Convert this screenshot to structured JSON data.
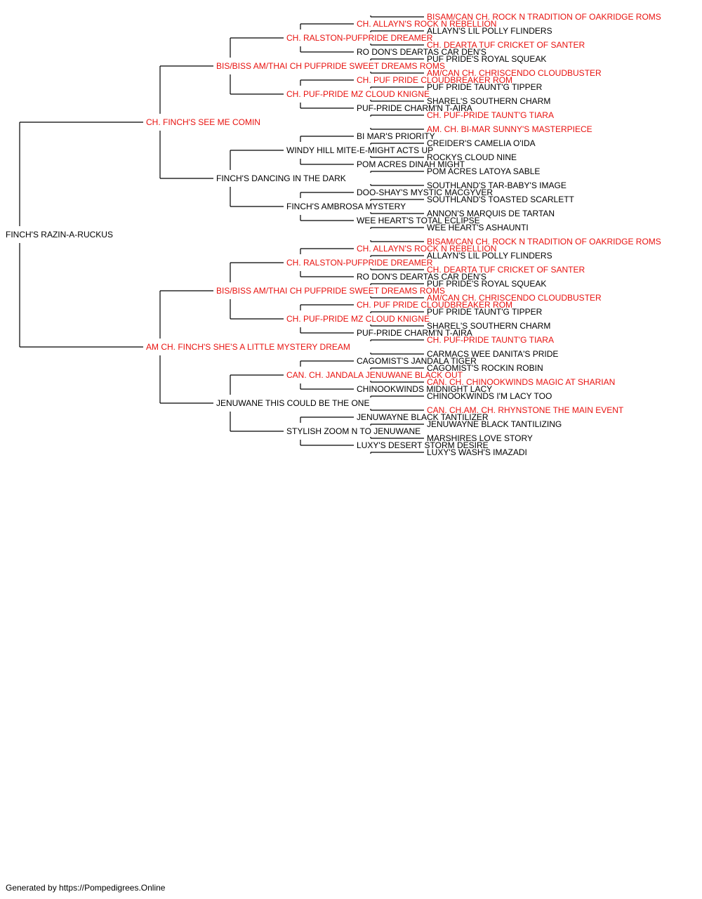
{
  "colors": {
    "champion": "#e8120f",
    "normal": "#000000",
    "line": "#000000"
  },
  "pedigree": {
    "name": "FINCH'S RAZIN-A-RUCKUS",
    "ch": false,
    "sire": {
      "name": "CH. FINCH'S SEE ME COMIN",
      "ch": true,
      "sire": {
        "name": "BIS/BISS AM/THAI CH PUFPRIDE SWEET DREAMS ROMS",
        "ch": true,
        "sire": {
          "name": "CH. RALSTON-PUFPRIDE DREAMER",
          "ch": true,
          "sire": {
            "name": "CH. ALLAYN'S ROCK N REBELLION",
            "ch": true,
            "sire": {
              "name": "BISAM/CAN CH. ROCK N TRADITION OF OAKRIDGE ROMS",
              "ch": true
            },
            "dam": {
              "name": "ALLAYN'S LIL POLLY FLINDERS",
              "ch": false
            }
          },
          "dam": {
            "name": "RO DON'S DEARTAS CAR DEN'S",
            "ch": false,
            "sire": {
              "name": "CH. DEARTA TUF CRICKET OF SANTER",
              "ch": true
            },
            "dam": {
              "name": "PUF PRIDE'S ROYAL SQUEAK",
              "ch": false
            }
          }
        },
        "dam": {
          "name": "CH. PUF-PRIDE MZ CLOUD KNIGNE",
          "ch": true,
          "sire": {
            "name": "CH. PUF PRIDE CLOUDBREAKER ROM",
            "ch": true,
            "sire": {
              "name": "AM/CAN CH. CHRISCENDO CLOUDBUSTER",
              "ch": true
            },
            "dam": {
              "name": "PUF PRIDE TAUNT'G TIPPER",
              "ch": false
            }
          },
          "dam": {
            "name": "PUF-PRIDE CHARM'N T-AIRA",
            "ch": false,
            "sire": {
              "name": "SHAREL'S SOUTHERN CHARM",
              "ch": false
            },
            "dam": {
              "name": "CH. PUF-PRIDE TAUNT'G TIARA",
              "ch": true
            }
          }
        }
      },
      "dam": {
        "name": "FINCH'S DANCING IN THE DARK",
        "ch": false,
        "sire": {
          "name": "WINDY HILL MITE-E-MIGHT ACTS UP",
          "ch": false,
          "sire": {
            "name": "BI MAR'S PRIORITY",
            "ch": false,
            "sire": {
              "name": "AM. CH. BI-MAR SUNNY'S MASTERPIECE",
              "ch": true
            },
            "dam": {
              "name": "CREIDER'S CAMELIA O'IDA",
              "ch": false
            }
          },
          "dam": {
            "name": "POM ACRES DINAH MIGHT",
            "ch": false,
            "sire": {
              "name": "ROCKYS CLOUD NINE",
              "ch": false
            },
            "dam": {
              "name": "POM ACRES LATOYA SABLE",
              "ch": false
            }
          }
        },
        "dam": {
          "name": "FINCH'S AMBROSA MYSTERY",
          "ch": false,
          "sire": {
            "name": "DOO-SHAY'S MYSTIC MACGYVER",
            "ch": false,
            "sire": {
              "name": "SOUTHLAND'S TAR-BABY'S IMAGE",
              "ch": false
            },
            "dam": {
              "name": "SOUTHLAND'S TOASTED SCARLETT",
              "ch": false
            }
          },
          "dam": {
            "name": "WEE HEART'S TOTAL ECLIPSE",
            "ch": false,
            "sire": {
              "name": "ANNON'S MARQUIS DE TARTAN",
              "ch": false
            },
            "dam": {
              "name": "WEE HEART'S ASHAUNTI",
              "ch": false
            }
          }
        }
      }
    },
    "dam": {
      "name": "AM CH. FINCH'S SHE'S A LITTLE MYSTERY DREAM",
      "ch": true,
      "sire": {
        "name": "BIS/BISS AM/THAI CH PUFPRIDE SWEET DREAMS ROMS",
        "ch": true,
        "sire": {
          "name": "CH. RALSTON-PUFPRIDE DREAMER",
          "ch": true,
          "sire": {
            "name": "CH. ALLAYN'S ROCK N REBELLION",
            "ch": true,
            "sire": {
              "name": "BISAM/CAN CH. ROCK N TRADITION OF OAKRIDGE ROMS",
              "ch": true
            },
            "dam": {
              "name": "ALLAYN'S LIL POLLY FLINDERS",
              "ch": false
            }
          },
          "dam": {
            "name": "RO DON'S DEARTAS CAR DEN'S",
            "ch": false,
            "sire": {
              "name": "CH. DEARTA TUF CRICKET OF SANTER",
              "ch": true
            },
            "dam": {
              "name": "PUF PRIDE'S ROYAL SQUEAK",
              "ch": false
            }
          }
        },
        "dam": {
          "name": "CH. PUF-PRIDE MZ CLOUD KNIGNE",
          "ch": true,
          "sire": {
            "name": "CH. PUF PRIDE CLOUDBREAKER ROM",
            "ch": true,
            "sire": {
              "name": "AM/CAN CH. CHRISCENDO CLOUDBUSTER",
              "ch": true
            },
            "dam": {
              "name": "PUF PRIDE TAUNT'G TIPPER",
              "ch": false
            }
          },
          "dam": {
            "name": "PUF-PRIDE CHARM'N T-AIRA",
            "ch": false,
            "sire": {
              "name": "SHAREL'S SOUTHERN CHARM",
              "ch": false
            },
            "dam": {
              "name": "CH. PUF-PRIDE TAUNT'G TIARA",
              "ch": true
            }
          }
        }
      },
      "dam": {
        "name": "JENUWANE THIS COULD BE THE ONE",
        "ch": false,
        "sire": {
          "name": "CAN. CH. JANDALA JENUWANE BLACK OUT",
          "ch": true,
          "sire": {
            "name": "CAGOMIST'S JANDALA TIGER",
            "ch": false,
            "sire": {
              "name": "CARMACS WEE DANITA'S PRIDE",
              "ch": false
            },
            "dam": {
              "name": "CAGOMIST'S ROCKIN ROBIN",
              "ch": false
            }
          },
          "dam": {
            "name": "CHINOOKWINDS MIDNIGHT LACY",
            "ch": false,
            "sire": {
              "name": "CAN. CH. CHINOOKWINDS MAGIC AT SHARIAN",
              "ch": true
            },
            "dam": {
              "name": "CHINOOKWINDS I'M LACY TOO",
              "ch": false
            }
          }
        },
        "dam": {
          "name": "STYLISH ZOOM N TO JENUWANE",
          "ch": false,
          "sire": {
            "name": "JENUWAYNE BLACK TANTILIZER",
            "ch": false,
            "sire": {
              "name": "CAN. CH.AM. CH. RHYNSTONE THE MAIN EVENT",
              "ch": true
            },
            "dam": {
              "name": "JENUWAYNE BLACK TANTILIZING",
              "ch": false
            }
          },
          "dam": {
            "name": "LUXY'S DESERT STORM DESIRE",
            "ch": false,
            "sire": {
              "name": "MARSHIRES LOVE STORY",
              "ch": false
            },
            "dam": {
              "name": "LUXY'S WASH'S IMAZADI",
              "ch": false
            }
          }
        }
      }
    }
  },
  "footer": "Generated by https://Pompedigrees.Online"
}
